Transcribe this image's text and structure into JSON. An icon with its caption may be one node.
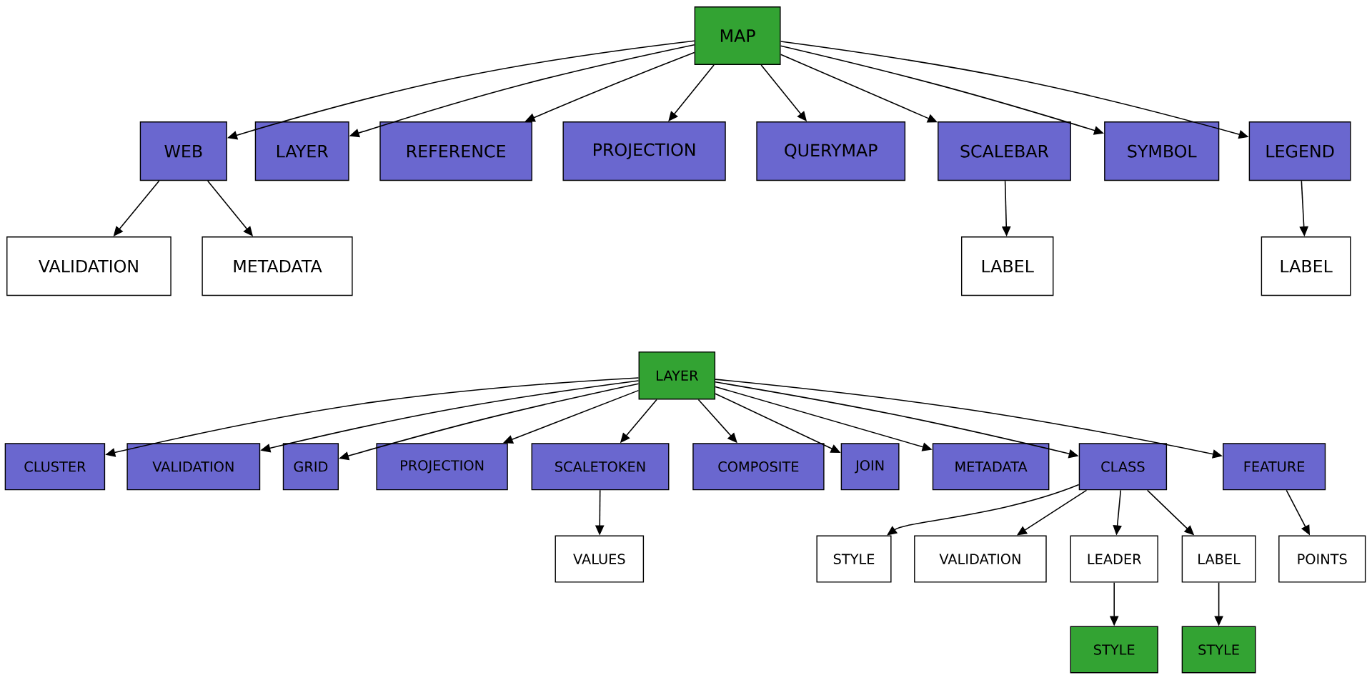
{
  "diagram": {
    "nodes": [
      {
        "text": [
          "MAP"
        ]
      },
      {
        "text": [
          "WEB"
        ]
      },
      {
        "text": [
          "LAYER"
        ]
      },
      {
        "text": [
          "REFERENCE"
        ]
      },
      {
        "text": [
          "PROJECTION"
        ]
      },
      {
        "text": [
          "QUERYMAP"
        ]
      },
      {
        "text": [
          "SCALEBAR"
        ]
      },
      {
        "text": [
          "SYMBOL"
        ]
      },
      {
        "text": [
          "LEGEND"
        ]
      },
      {
        "text": [
          "VALIDATION"
        ]
      },
      {
        "text": [
          "METADATA"
        ]
      },
      {
        "text": [
          "LABEL"
        ]
      },
      {
        "text": [
          "LABEL"
        ]
      },
      {
        "text": [
          "LAYER"
        ]
      },
      {
        "text": [
          "CLUSTER"
        ]
      },
      {
        "text": [
          "VALIDATION"
        ]
      },
      {
        "text": [
          "GRID"
        ]
      },
      {
        "text": [
          "PROJECTION"
        ]
      },
      {
        "text": [
          "SCALETOKEN"
        ]
      },
      {
        "text": [
          "COMPOSITE"
        ]
      },
      {
        "text": [
          "JOIN"
        ]
      },
      {
        "text": [
          "METADATA"
        ]
      },
      {
        "text": [
          "CLASS"
        ]
      },
      {
        "text": [
          "FEATURE"
        ]
      },
      {
        "text": [
          "VALUES"
        ]
      },
      {
        "text": [
          "STYLE"
        ]
      },
      {
        "text": [
          "VALIDATION"
        ]
      },
      {
        "text": [
          "LEADER"
        ]
      },
      {
        "text": [
          "LABEL"
        ]
      },
      {
        "text": [
          "POINTS"
        ]
      },
      {
        "text": [
          "STYLE"
        ]
      },
      {
        "text": [
          "STYLE"
        ]
      }
    ],
    "edges": [
      {
        "from": 0,
        "to": 1,
        "arrow": "to"
      },
      {
        "from": 0,
        "to": 2,
        "arrow": "to"
      },
      {
        "from": 0,
        "to": 3,
        "arrow": "to"
      },
      {
        "from": 0,
        "to": 4,
        "arrow": "to"
      },
      {
        "from": 0,
        "to": 5,
        "arrow": "to"
      },
      {
        "from": 0,
        "to": 6,
        "arrow": "to"
      },
      {
        "from": 0,
        "to": 7,
        "arrow": "to"
      },
      {
        "from": 0,
        "to": 8,
        "arrow": "to"
      },
      {
        "from": 1,
        "to": 9,
        "arrow": "to"
      },
      {
        "from": 1,
        "to": 10,
        "arrow": "to"
      },
      {
        "from": 6,
        "to": 11,
        "arrow": "to"
      },
      {
        "from": 8,
        "to": 12,
        "arrow": "to"
      },
      {
        "from": 13,
        "to": 14,
        "arrow": "to"
      },
      {
        "from": 13,
        "to": 15,
        "arrow": "to"
      },
      {
        "from": 13,
        "to": 16,
        "arrow": "to"
      },
      {
        "from": 13,
        "to": 17,
        "arrow": "to"
      },
      {
        "from": 13,
        "to": 18,
        "arrow": "to"
      },
      {
        "from": 13,
        "to": 19,
        "arrow": "to"
      },
      {
        "from": 13,
        "to": 20,
        "arrow": "to"
      },
      {
        "from": 13,
        "to": 21,
        "arrow": "to"
      },
      {
        "from": 13,
        "to": 22,
        "arrow": "to"
      },
      {
        "from": 13,
        "to": 23,
        "arrow": "to"
      },
      {
        "from": 18,
        "to": 24,
        "arrow": "to"
      },
      {
        "from": 22,
        "to": 25,
        "arrow": "to"
      },
      {
        "from": 22,
        "to": 26,
        "arrow": "to"
      },
      {
        "from": 22,
        "to": 27,
        "arrow": "to"
      },
      {
        "from": 22,
        "to": 28,
        "arrow": "to"
      },
      {
        "from": 23,
        "to": 29,
        "arrow": "to"
      },
      {
        "from": 27,
        "to": 30,
        "arrow": "to"
      },
      {
        "from": 28,
        "to": 31,
        "arrow": "to"
      }
    ]
  }
}
